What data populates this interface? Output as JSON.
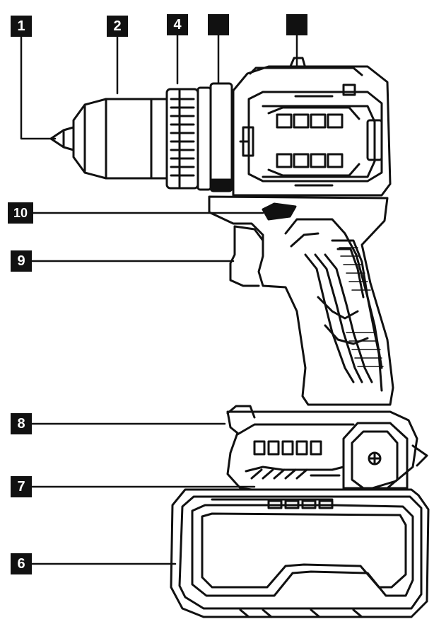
{
  "diagram": {
    "callouts": [
      {
        "id": "c1",
        "label": "1"
      },
      {
        "id": "c2",
        "label": "2"
      },
      {
        "id": "c4",
        "label": "4"
      },
      {
        "id": "c3",
        "label": ""
      },
      {
        "id": "c5",
        "label": ""
      },
      {
        "id": "c10",
        "label": "10"
      },
      {
        "id": "c9",
        "label": "9"
      },
      {
        "id": "c8",
        "label": "8"
      },
      {
        "id": "c7",
        "label": "7"
      },
      {
        "id": "c6",
        "label": "6"
      }
    ],
    "colors": {
      "ink": "#111111",
      "paper": "#ffffff",
      "accent": "#7a7a7a"
    }
  }
}
